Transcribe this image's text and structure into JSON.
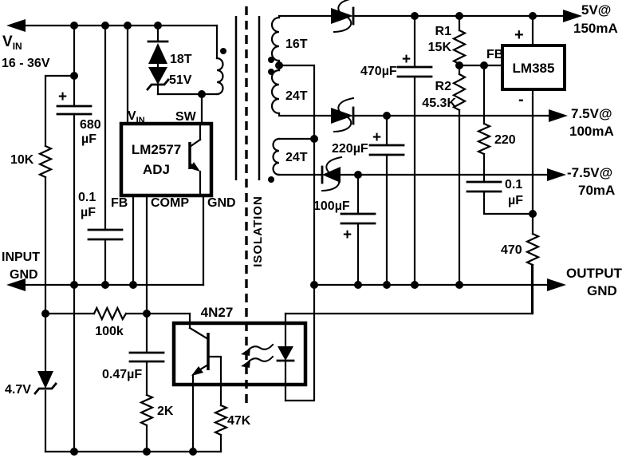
{
  "L": {
    "vin_v": "V",
    "vin_sub": "IN",
    "vin_range": "16 - 36V",
    "gnd_in_1": "INPUT",
    "gnd_in_2": "GND",
    "r10k": "10K",
    "c680_plus": "+",
    "c680_v": "680",
    "c680_u": "µF",
    "c01l_v": "0.1",
    "c01l_u": "µF",
    "z51": "51V",
    "w_pri": "18T",
    "u1": "LM2577",
    "u1b": "ADJ",
    "u1_vin_v": "V",
    "u1_vin_sub": "IN",
    "u1_sw": "SW",
    "u1_fb": "FB",
    "u1_comp": "COMP",
    "u1_gnd": "GND",
    "r100k": "100k",
    "c047": "0.47µF",
    "r2k": "2K",
    "z47": "4.7V",
    "r47k": "47K",
    "u3": "4N27",
    "iso": "ISOLATION",
    "w_s1": "16T",
    "w_s2": "24T",
    "w_s3": "24T",
    "c470_plus": "+",
    "c470": "470µF",
    "r1": "R1",
    "r1v": "15K",
    "r2": "R2",
    "r2v": "45.3K",
    "fbnode": "FB",
    "u2": "LM385",
    "u2p": "+",
    "u2m": "-",
    "r220": "220",
    "c01r_v": "0.1",
    "c01r_u": "µF",
    "r470": "470",
    "c220_plus": "+",
    "c220": "220µF",
    "c100_plus": "+",
    "c100": "100µF",
    "o1a": "5V@",
    "o1b": "150mA",
    "o2a": "7.5V@",
    "o2b": "100mA",
    "o3a": "-7.5V@",
    "o3b": "70mA",
    "o4a": "OUTPUT",
    "o4b": "GND"
  },
  "colors": {
    "line": "#000000",
    "background": "#ffffff"
  },
  "components": {
    "input": "VIN 16 - 36V",
    "ics": [
      {
        "name": "LM2577 ADJ",
        "pins": [
          "VIN",
          "SW",
          "FB",
          "COMP",
          "GND"
        ]
      },
      {
        "name": "LM385",
        "pins": [
          "+",
          "-"
        ]
      },
      {
        "name": "4N27"
      }
    ],
    "resistors": [
      "10K",
      "100k",
      "2K",
      "47K",
      "R1 15K",
      "R2 45.3K",
      "220",
      "470"
    ],
    "capacitors": [
      "680µF",
      "0.1µF",
      "0.47µF",
      "470µF",
      "220µF",
      "100µF",
      "0.1µF"
    ],
    "zeners": [
      "51V",
      "4.7V"
    ],
    "transformer_windings": [
      "18T",
      "16T",
      "24T",
      "24T"
    ],
    "outputs": [
      "5V@150mA",
      "7.5V@100mA",
      "-7.5V@70mA",
      "OUTPUT GND"
    ],
    "isolation_barrier": "ISOLATION"
  }
}
